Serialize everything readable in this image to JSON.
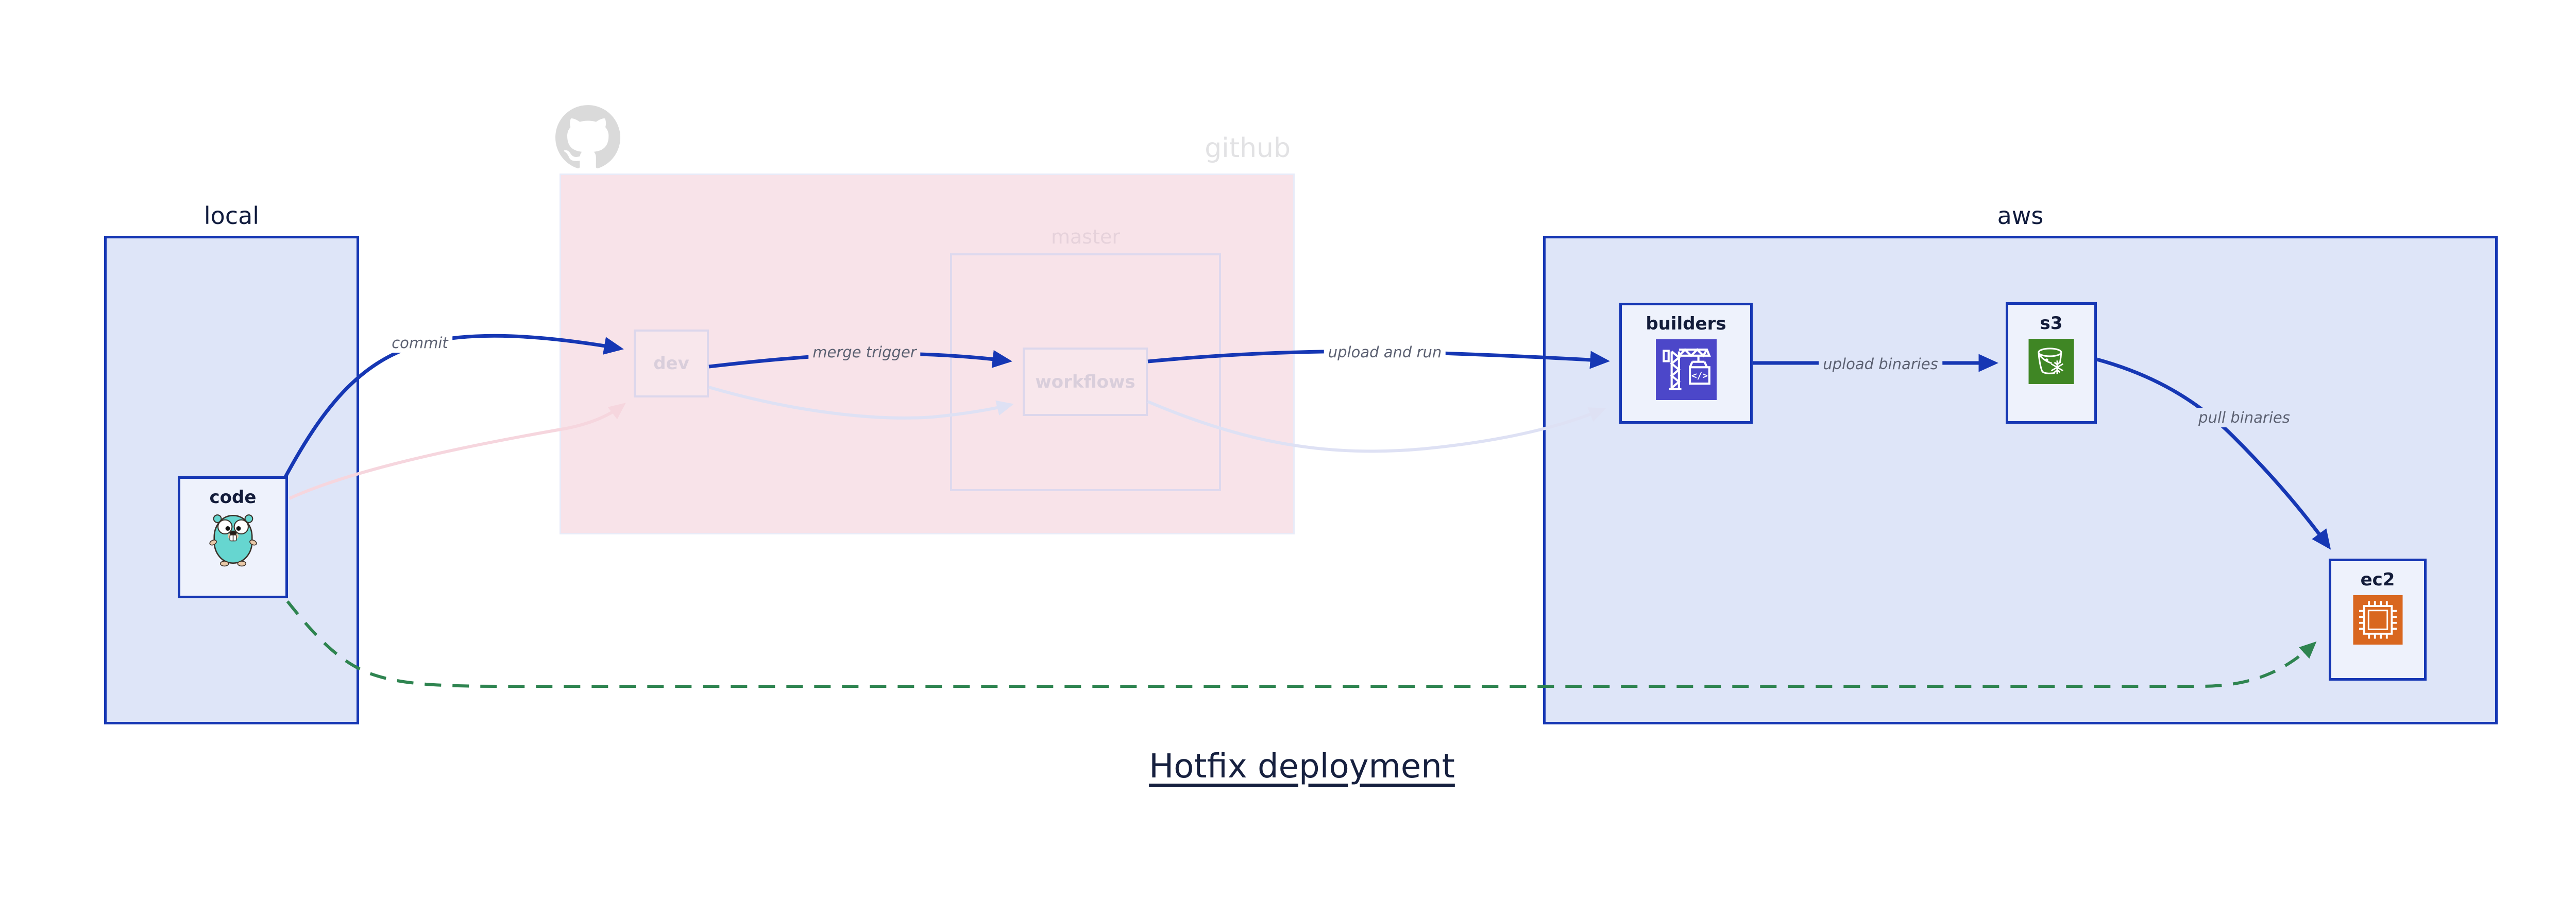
{
  "title": {
    "text": "Hotfix deployment"
  },
  "groups": {
    "local": {
      "label": "local"
    },
    "github": {
      "label": "github",
      "master_label": "master",
      "icon": "octocat-icon"
    },
    "aws": {
      "label": "aws"
    }
  },
  "nodes": {
    "code": {
      "label": "code",
      "icon": "go-gopher-icon"
    },
    "dev": {
      "label": "dev"
    },
    "workflows": {
      "label": "workflows"
    },
    "builders": {
      "label": "builders",
      "icon": "codebuild-crane-icon"
    },
    "s3": {
      "label": "s3",
      "icon": "s3-bucket-icon"
    },
    "ec2": {
      "label": "ec2",
      "icon": "ec2-chip-icon"
    }
  },
  "edges": {
    "commit": {
      "label": "commit"
    },
    "merge_trigger": {
      "label": "merge trigger"
    },
    "upload_and_run": {
      "label": "upload and run"
    },
    "upload_binaries": {
      "label": "upload binaries"
    },
    "pull_binaries": {
      "label": "pull binaries"
    }
  },
  "colors": {
    "active_blue": "#1637b4",
    "group_fill_blue": "#dee5f8",
    "node_fill": "#eef2fc",
    "github_fill": "#f8e3e9",
    "faded_border": "#dcd7ec",
    "faded_text": "#d9cedb",
    "edge_label_text": "#5c6172",
    "dark_text": "#131c3a",
    "hotfix_green": "#2e8450",
    "faded_pink_edge": "#f6d6de",
    "faded_lavender_edge": "#dee1f4",
    "codebuild_purple": "#4c47c9",
    "s3_green": "#3f8624",
    "ec2_orange": "#d9671f",
    "octocat_gray": "#dadada"
  }
}
